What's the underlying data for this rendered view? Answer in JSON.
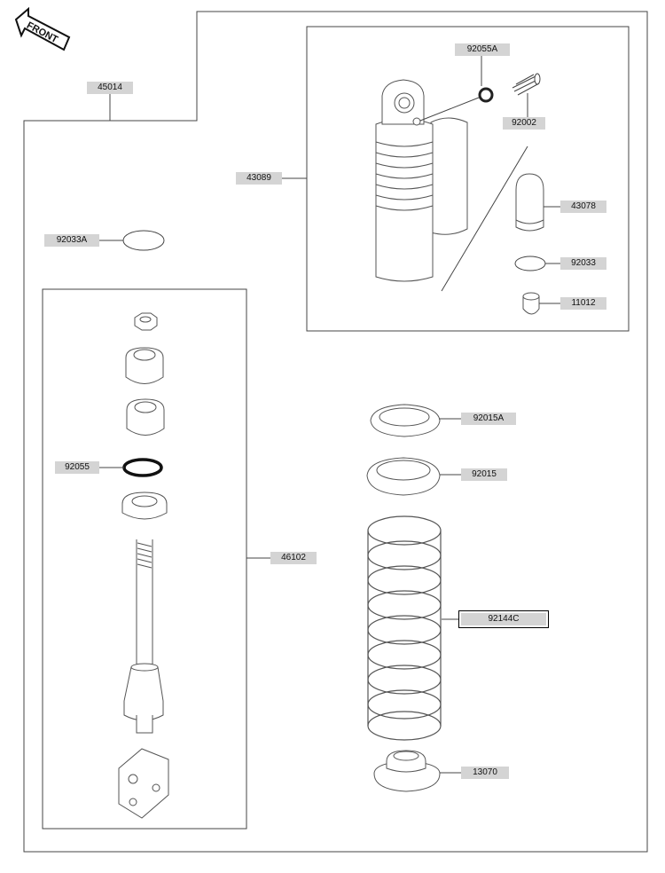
{
  "diagram": {
    "front_label": "FRONT",
    "parts": [
      {
        "id": "45014",
        "label": "45014"
      },
      {
        "id": "92055A",
        "label": "92055A"
      },
      {
        "id": "92002",
        "label": "92002"
      },
      {
        "id": "43089",
        "label": "43089"
      },
      {
        "id": "43078",
        "label": "43078"
      },
      {
        "id": "92033A",
        "label": "92033A"
      },
      {
        "id": "92033",
        "label": "92033"
      },
      {
        "id": "11012",
        "label": "11012"
      },
      {
        "id": "92015A",
        "label": "92015A"
      },
      {
        "id": "92015",
        "label": "92015"
      },
      {
        "id": "92055",
        "label": "92055"
      },
      {
        "id": "46102",
        "label": "46102"
      },
      {
        "id": "92144C",
        "label": "92144C"
      },
      {
        "id": "13070",
        "label": "13070"
      }
    ],
    "highlighted_part": "92144C"
  }
}
